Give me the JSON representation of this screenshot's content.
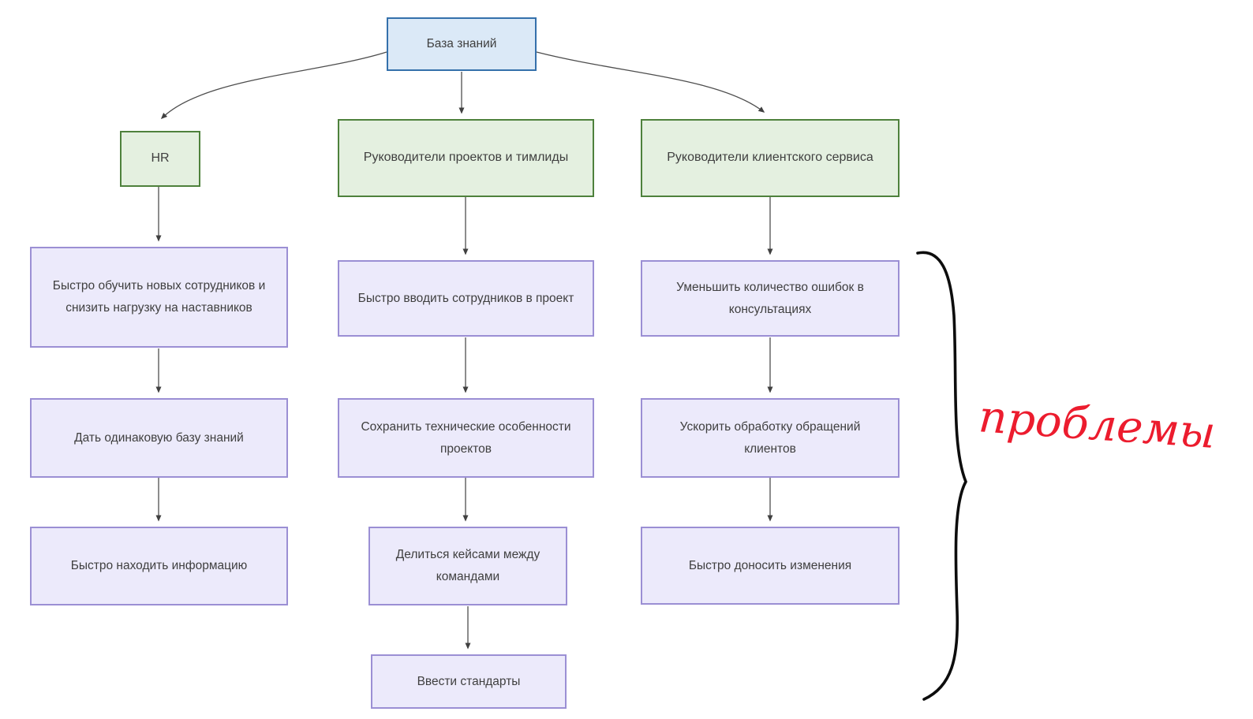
{
  "diagram": {
    "root": {
      "label": "База знаний"
    },
    "columns": [
      {
        "header": "HR",
        "items": [
          "Быстро обучить новых сотрудников и снизить нагрузку на наставников",
          "Дать одинаковую базу знаний",
          "Быстро находить информацию"
        ]
      },
      {
        "header": "Руководители проектов и тимлиды",
        "items": [
          "Быстро вводить сотрудников в проект",
          "Сохранить технические особенности проектов",
          "Делиться кейсами между командами",
          "Ввести стандарты"
        ]
      },
      {
        "header": "Руководители клиентского сервиса",
        "items": [
          "Уменьшить количество ошибок в консультациях",
          "Ускорить обработку обращений клиентов",
          "Быстро доносить изменения"
        ]
      }
    ],
    "annotation": {
      "label": "проблемы",
      "color": "#ec1c2e"
    },
    "colors": {
      "root_fill": "#dbe9f7",
      "root_border": "#3470ab",
      "group_fill": "#e4f0e0",
      "group_border": "#4e813c",
      "item_fill": "#eceafb",
      "item_border": "#9b8fd4",
      "connector": "#4d4d4d",
      "brace": "#0d0d0d"
    }
  }
}
